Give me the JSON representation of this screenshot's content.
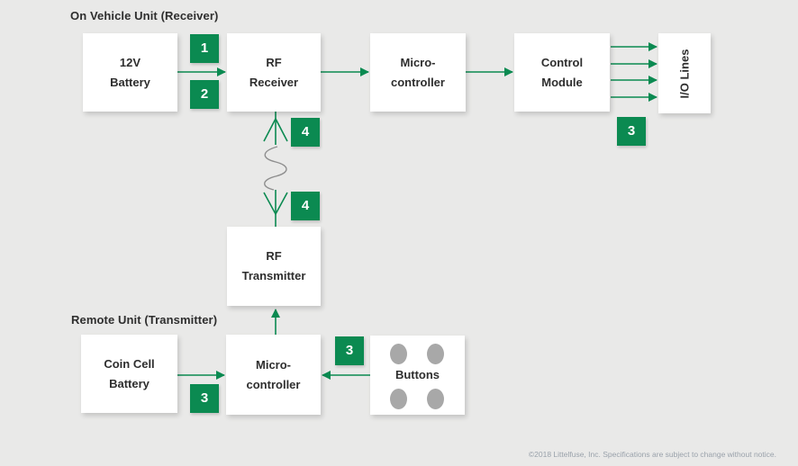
{
  "colors": {
    "green": "#0b8a51",
    "background": "#e9e9e8",
    "block_text": "#2e2e2e",
    "oval_gray": "#a8a8a8",
    "squiggle_gray": "#8f8f8f",
    "footer_text": "#9aa2ab"
  },
  "sections": {
    "receiver_label": "On Vehicle Unit (Receiver)",
    "transmitter_label": "Remote Unit (Transmitter)"
  },
  "blocks": {
    "battery12v": {
      "line1": "12V",
      "line2": "Battery"
    },
    "rf_receiver": {
      "line1": "RF",
      "line2": "Receiver"
    },
    "micro_top": {
      "line1": "Micro-",
      "line2": "controller"
    },
    "control_module": {
      "line1": "Control",
      "line2": "Module"
    },
    "io_lines": {
      "label": "I/O Lines"
    },
    "rf_transmitter": {
      "line1": "RF",
      "line2": "Transmitter"
    },
    "coin_cell": {
      "line1": "Coin Cell",
      "line2": "Battery"
    },
    "micro_bottom": {
      "line1": "Micro-",
      "line2": "controller"
    },
    "buttons": {
      "label": "Buttons"
    }
  },
  "badges": {
    "step1": "1",
    "step2": "2",
    "step3_io": "3",
    "step4_up": "4",
    "step4_down": "4",
    "step3_buttons": "3",
    "step3_coin": "3"
  },
  "footer": {
    "text": "©2018 Littelfuse, Inc. Specifications are subject to change without notice."
  }
}
